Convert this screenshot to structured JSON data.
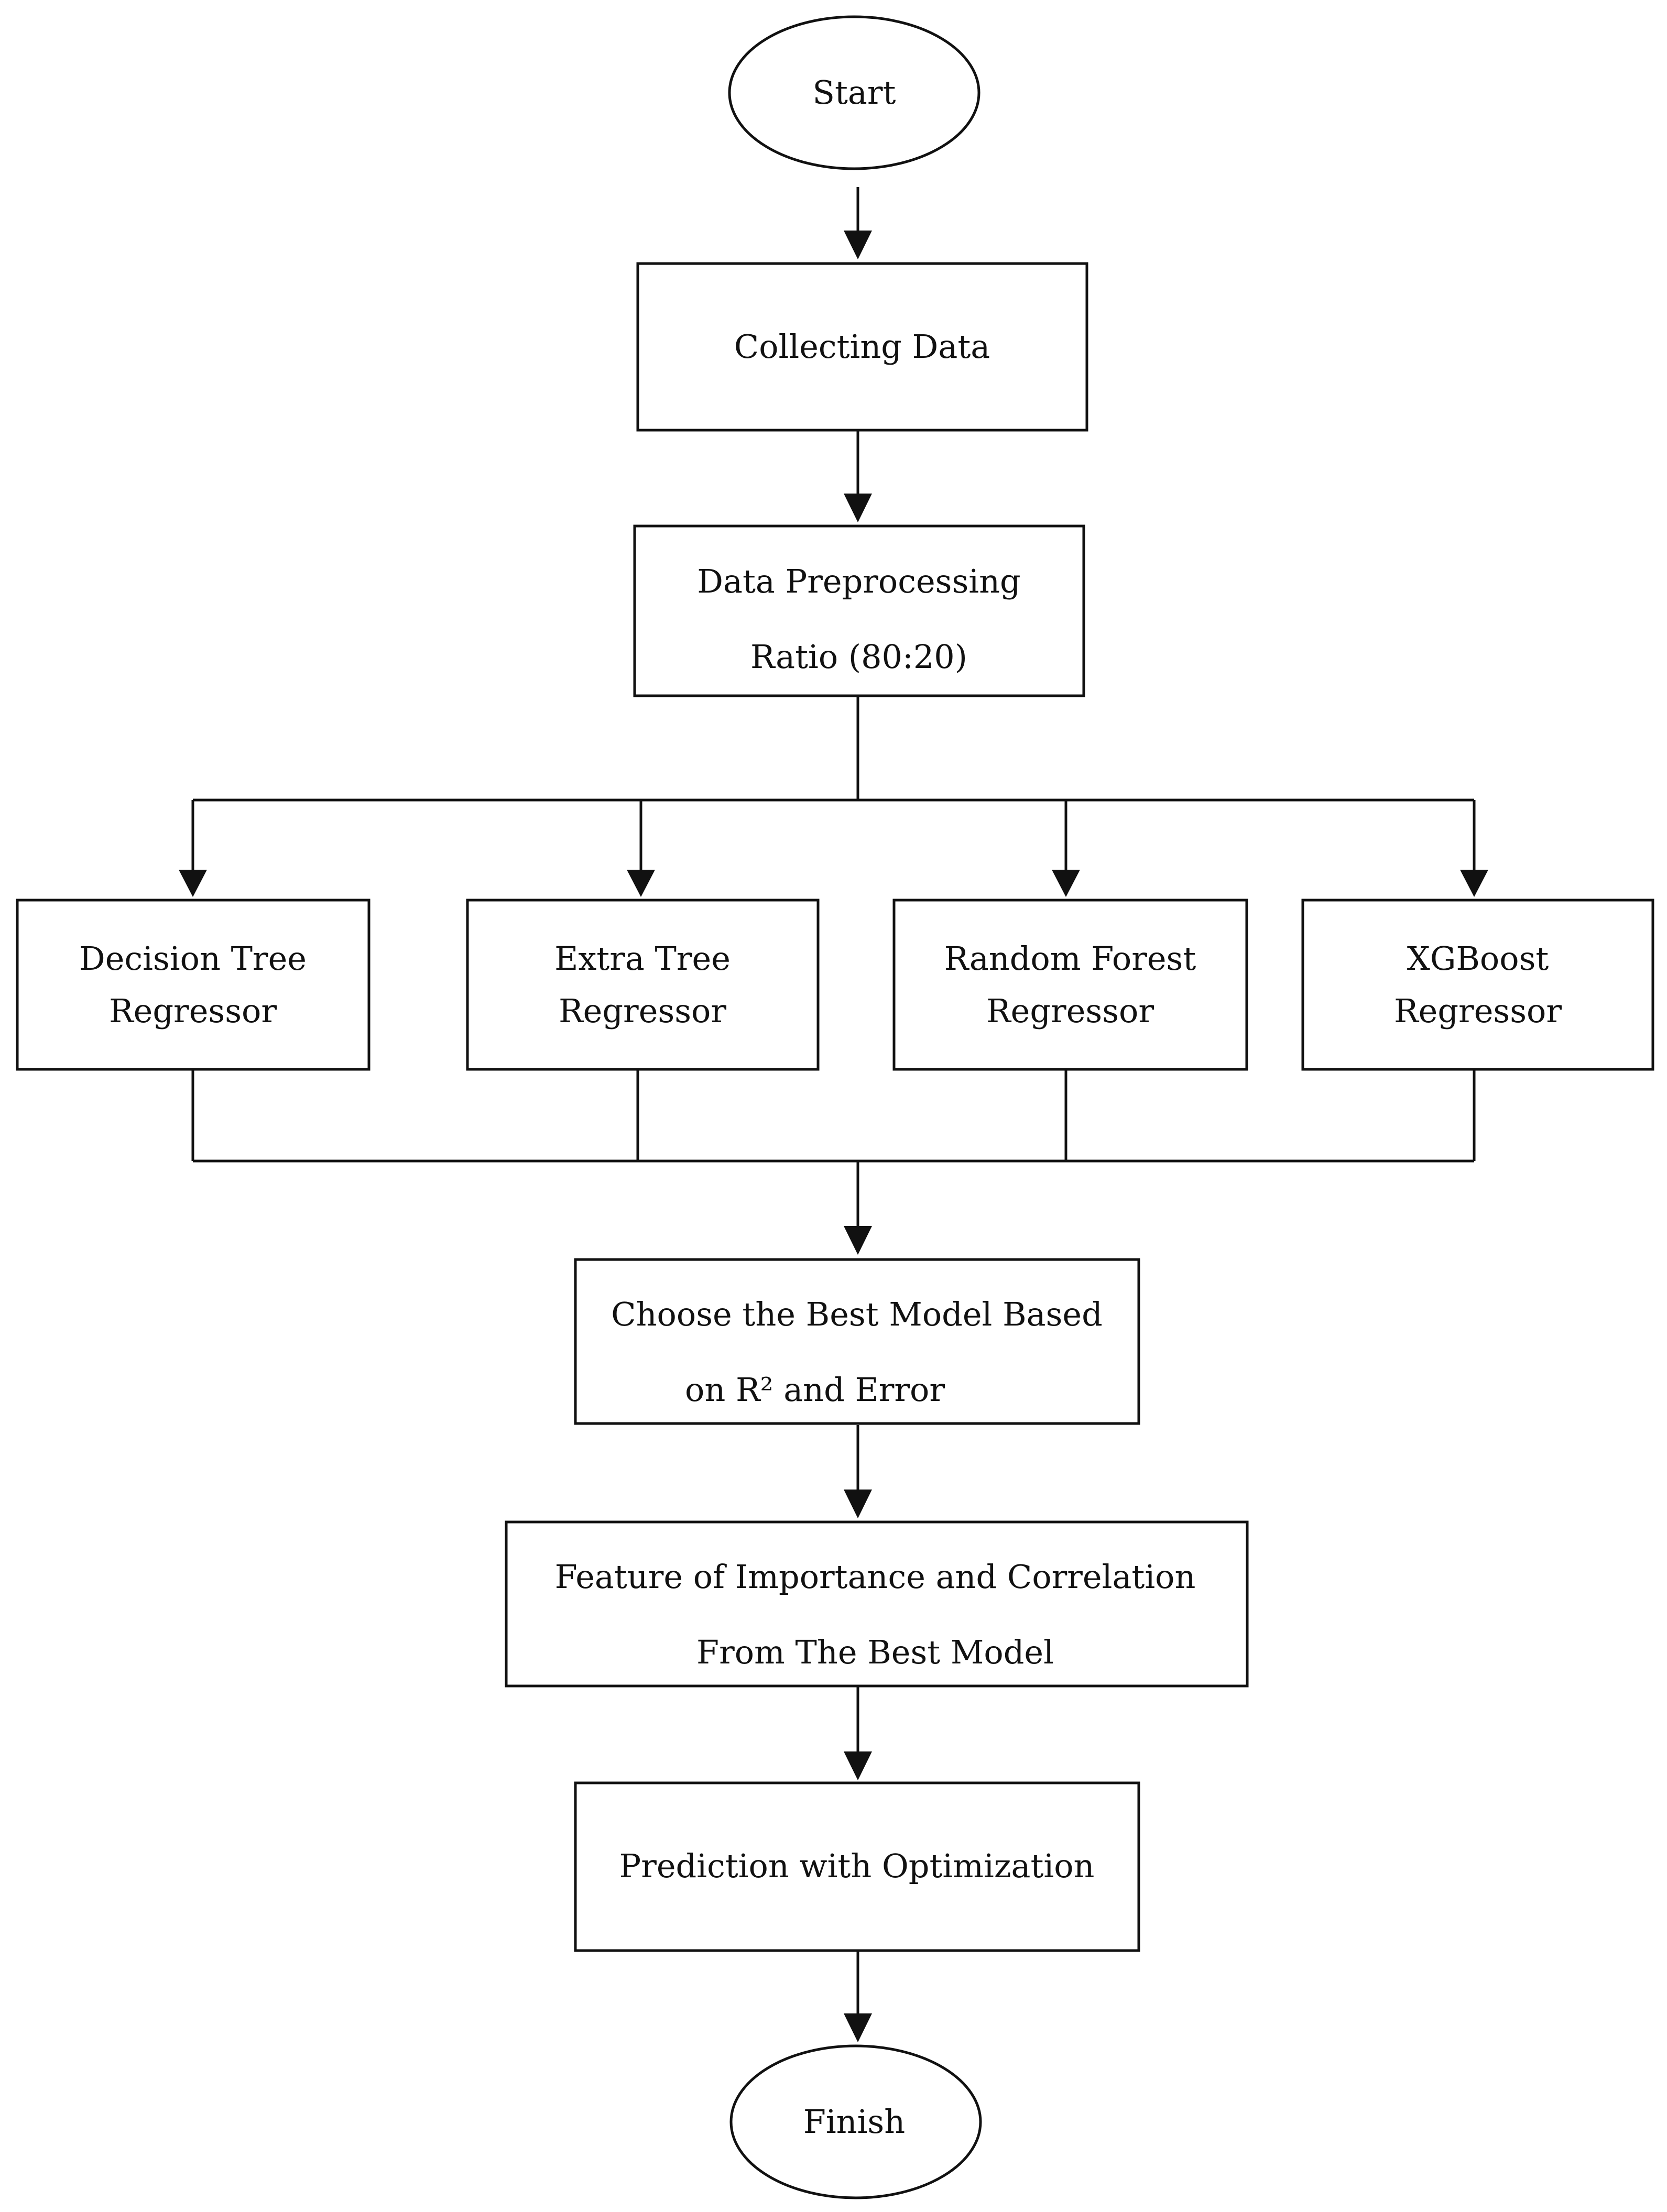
{
  "flowchart": {
    "start": "Start",
    "collecting": "Collecting Data",
    "preprocessing": {
      "line1": "Data Preprocessing",
      "line2": "Ratio (80:20)"
    },
    "models": {
      "decision_tree": {
        "line1": "Decision Tree",
        "line2": "Regressor"
      },
      "extra_tree": {
        "line1": "Extra Tree",
        "line2": "Regressor"
      },
      "random_forest": {
        "line1": "Random Forest",
        "line2": "Regressor"
      },
      "xgboost": {
        "line1": "XGBoost",
        "line2": "Regressor"
      }
    },
    "choose_best": {
      "line1": "Choose the Best Model  Based",
      "line2": "on R² and Error"
    },
    "feature_importance": {
      "line1": "Feature of Importance and Correlation",
      "line2": "From  The Best Model"
    },
    "prediction": "Prediction with Optimization",
    "finish": "Finish"
  },
  "colors": {
    "line": "#111111",
    "fill": "#ffffff"
  }
}
